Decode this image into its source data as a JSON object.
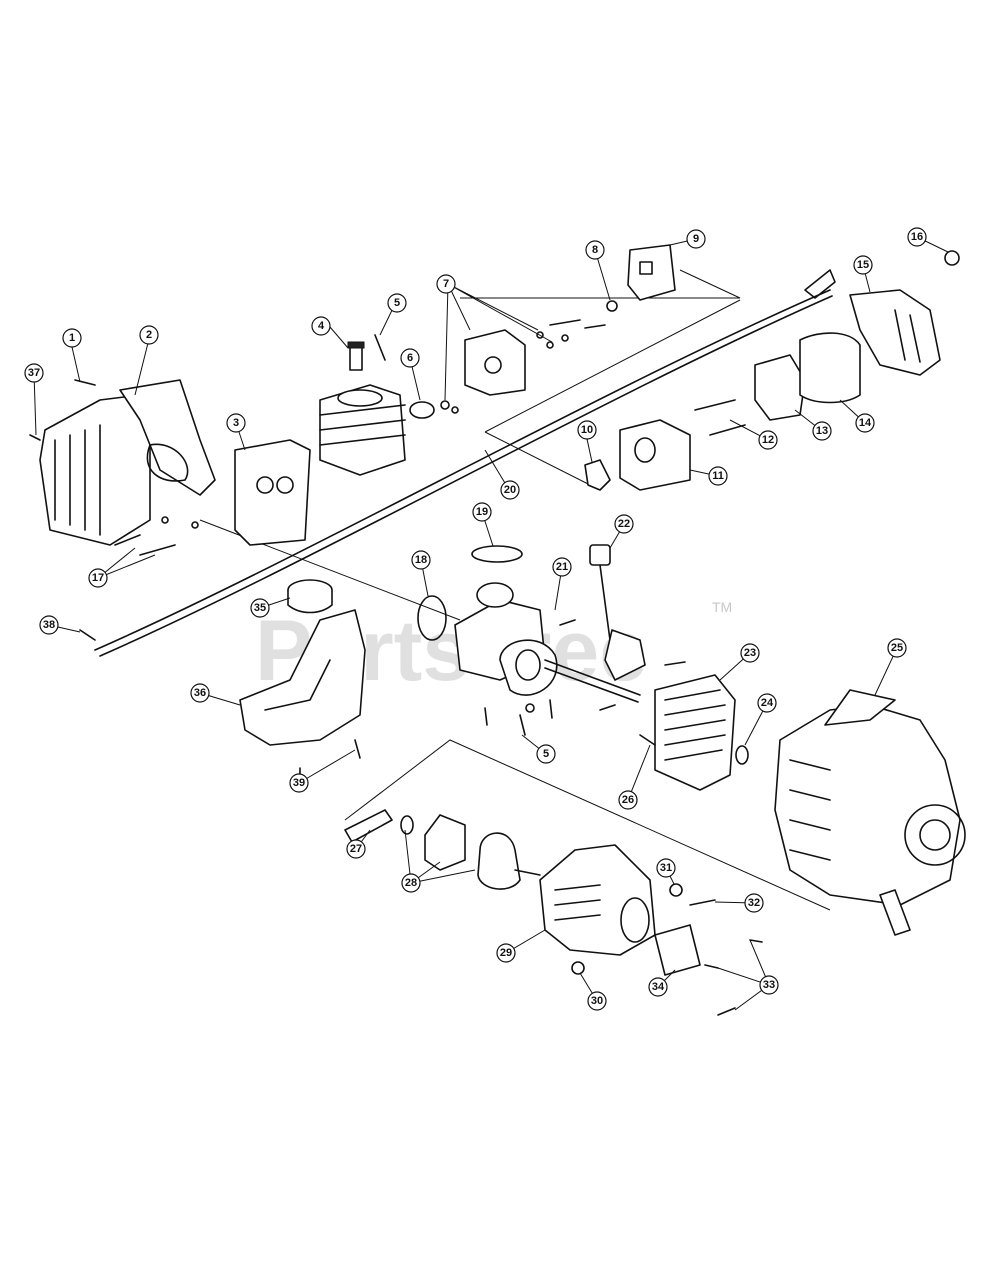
{
  "watermark": {
    "text": "PartsTree",
    "tm": "TM"
  },
  "callouts": [
    {
      "label": "1"
    },
    {
      "label": "2"
    },
    {
      "label": "3"
    },
    {
      "label": "4"
    },
    {
      "label": "5"
    },
    {
      "label": "6"
    },
    {
      "label": "7"
    },
    {
      "label": "8"
    },
    {
      "label": "9"
    },
    {
      "label": "10"
    },
    {
      "label": "11"
    },
    {
      "label": "12"
    },
    {
      "label": "13"
    },
    {
      "label": "14"
    },
    {
      "label": "15"
    },
    {
      "label": "16"
    },
    {
      "label": "17"
    },
    {
      "label": "18"
    },
    {
      "label": "19"
    },
    {
      "label": "20"
    },
    {
      "label": "21"
    },
    {
      "label": "22"
    },
    {
      "label": "23"
    },
    {
      "label": "24"
    },
    {
      "label": "25"
    },
    {
      "label": "26"
    },
    {
      "label": "27"
    },
    {
      "label": "28"
    },
    {
      "label": "29"
    },
    {
      "label": "30"
    },
    {
      "label": "31"
    },
    {
      "label": "32"
    },
    {
      "label": "33"
    },
    {
      "label": "34"
    },
    {
      "label": "35"
    },
    {
      "label": "36"
    },
    {
      "label": "37"
    },
    {
      "label": "38"
    },
    {
      "label": "39"
    },
    {
      "label": "5"
    }
  ]
}
